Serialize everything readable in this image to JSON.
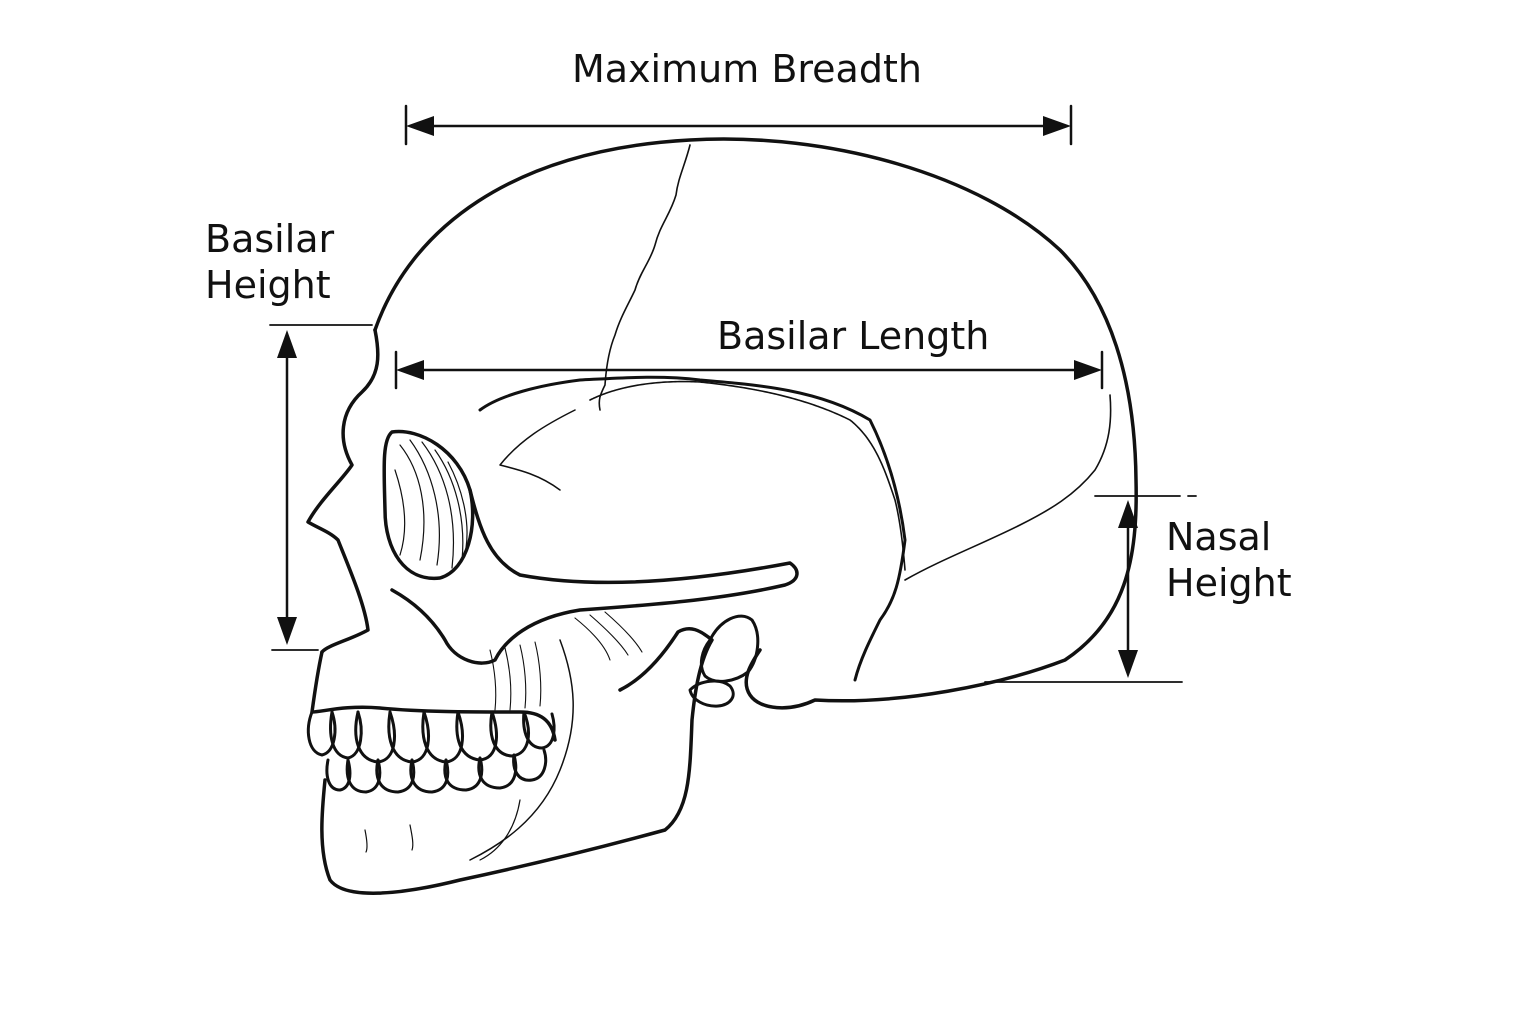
{
  "labels": {
    "maximum_breadth": "Maximum Breadth",
    "basilar_length": "Basilar Length",
    "basilar_height_line1": "Basilar",
    "basilar_height_line2": "Height",
    "nasal_height_line1": "Nasal",
    "nasal_height_line2": "Height"
  },
  "colors": {
    "ink": "#111111",
    "background": "#ffffff"
  }
}
